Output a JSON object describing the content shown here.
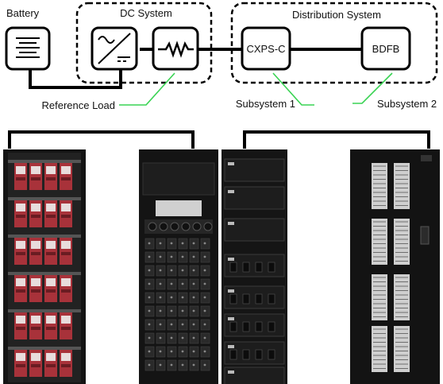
{
  "labels": {
    "battery": "Battery",
    "dc_system": "DC System",
    "distribution_system": "Distribution System",
    "cxps": "CXPS-C",
    "bdfb": "BDFB",
    "reference_load": "Reference Load",
    "subsystem1": "Subsystem 1",
    "subsystem2": "Subsystem 2"
  },
  "icons": {
    "battery": "battery-icon",
    "rectifier": "rectifier-icon",
    "resistor": "resistor-icon"
  },
  "colors": {
    "line": "#000000",
    "callout": "#39d353",
    "cabinet": "#161616",
    "battery_module": "#a8323a"
  }
}
